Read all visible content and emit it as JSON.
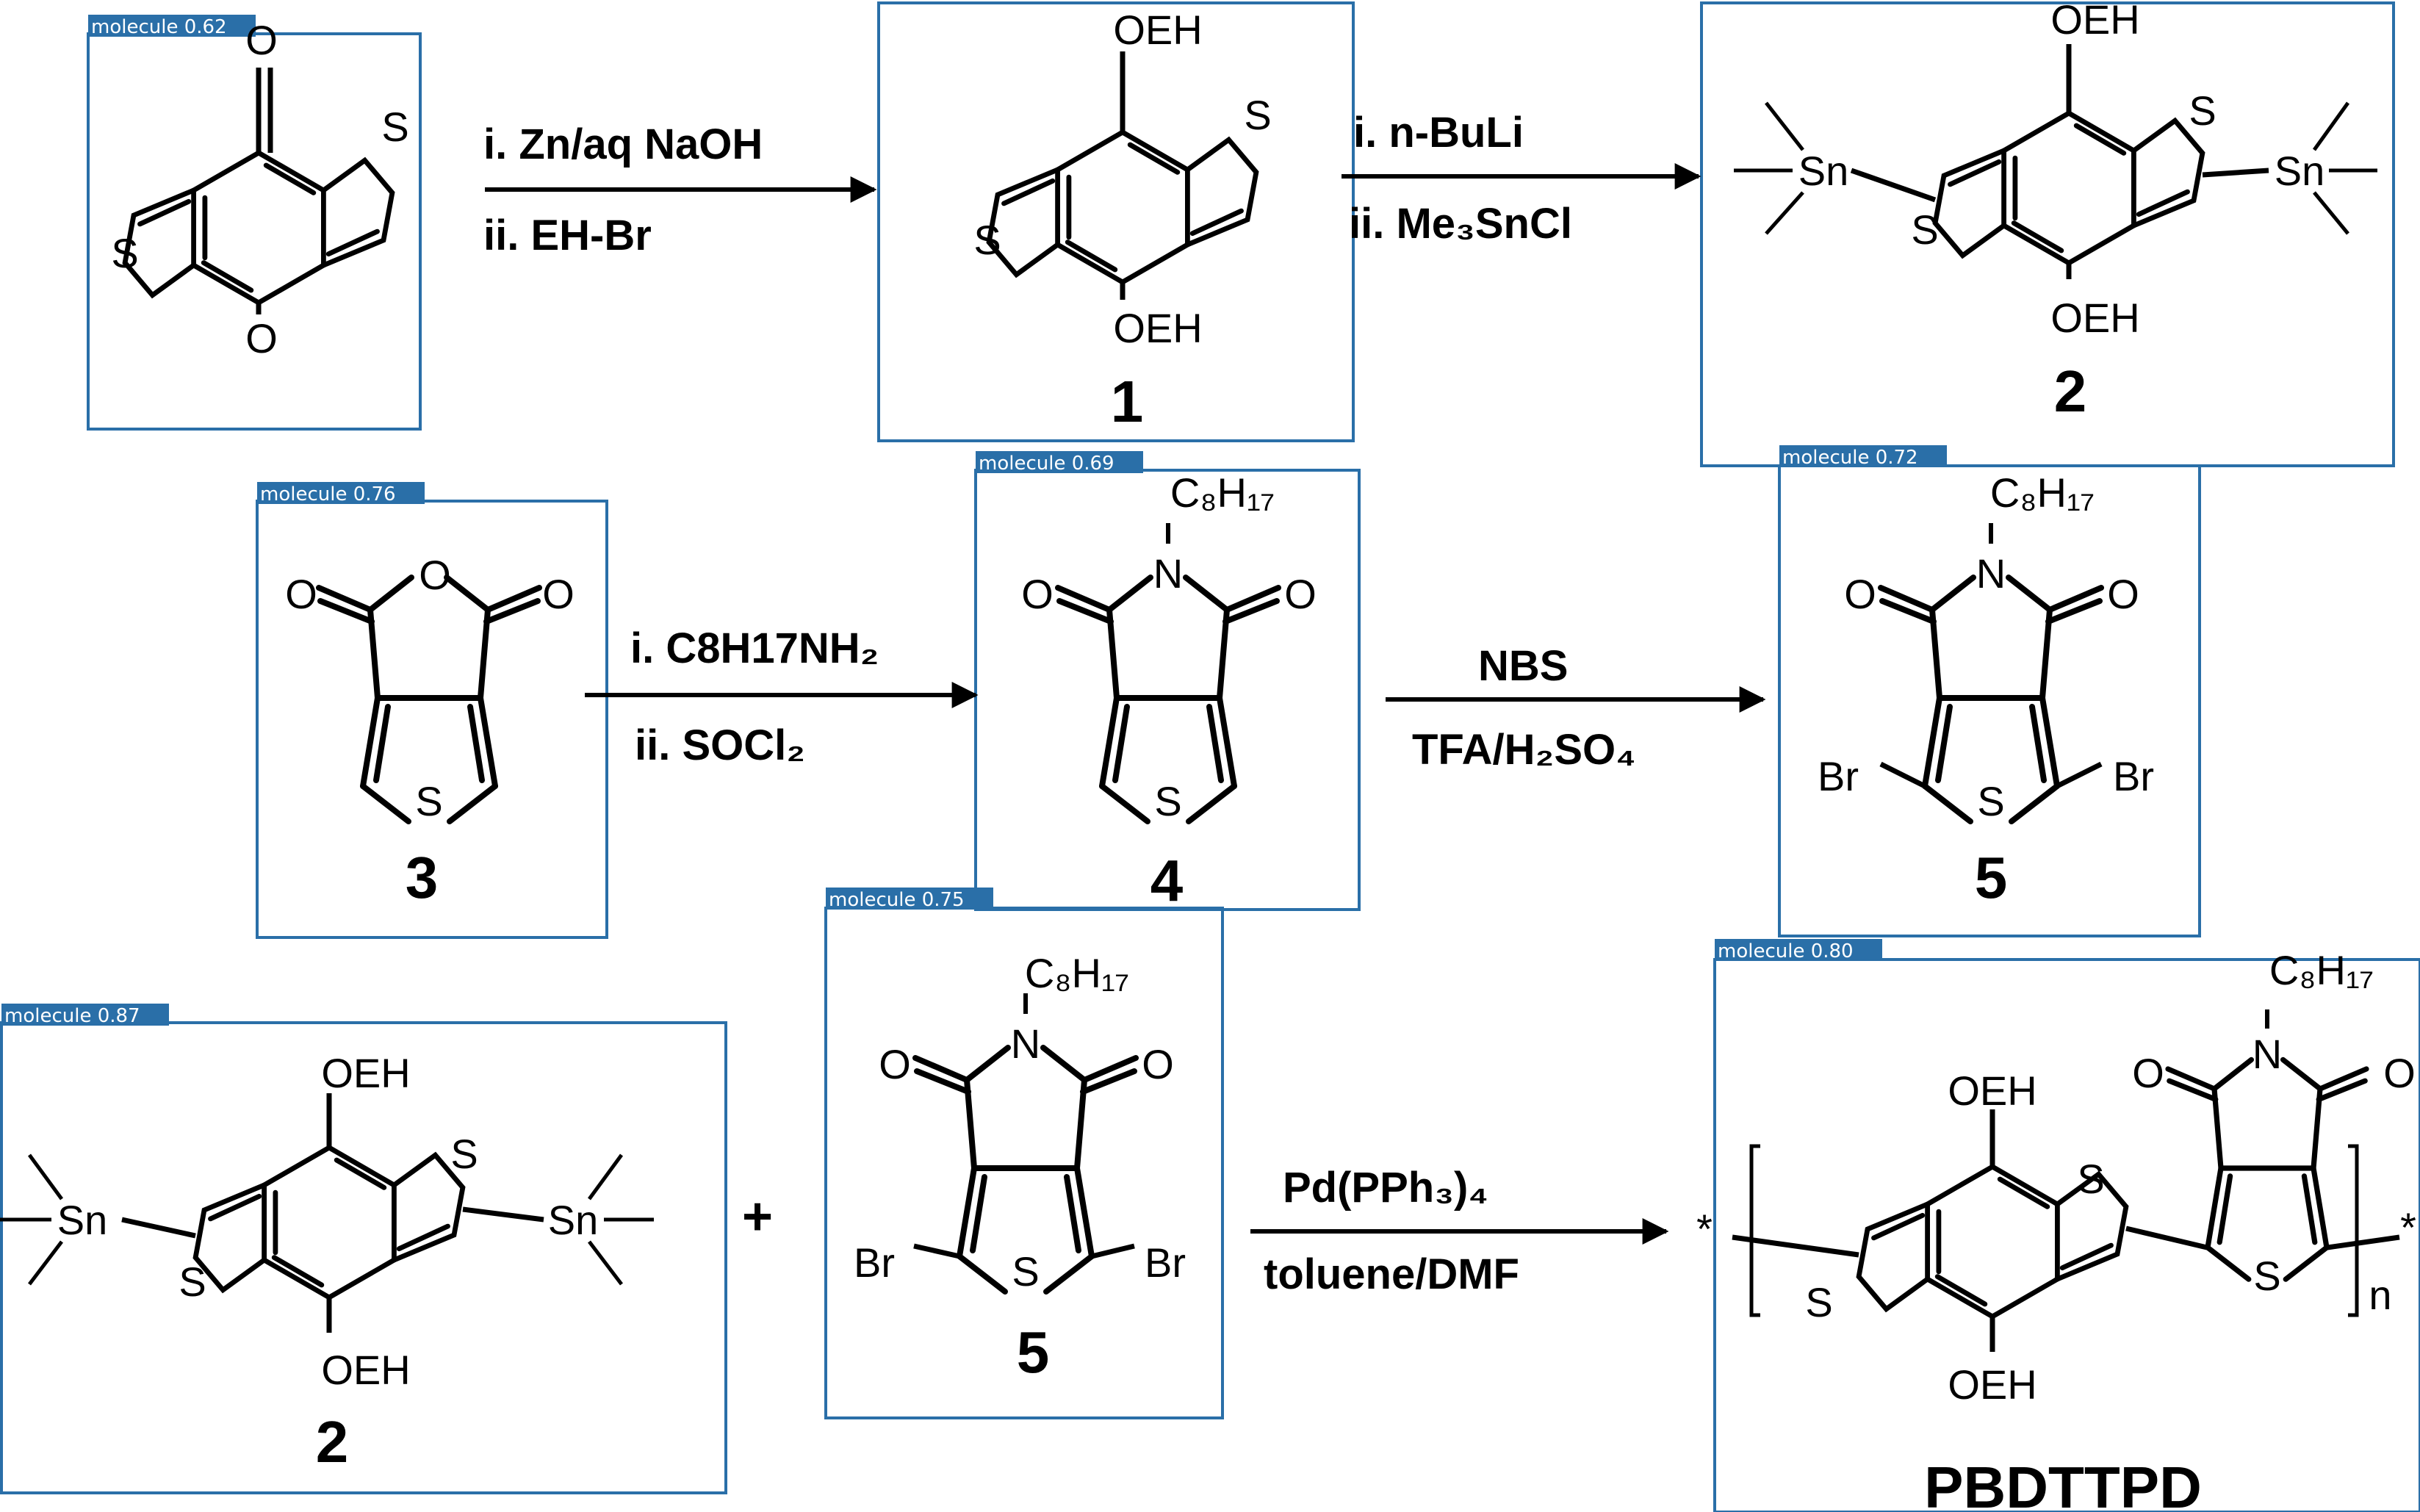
{
  "colors": {
    "box": "#2a6fa8",
    "tag_bg": "#2a6fa8",
    "tag_text": "#ffffff",
    "ink": "#000000"
  },
  "detection_tags": {
    "t1": "molecule 0.62",
    "t2": "molecule 0.76",
    "t3": "molecule 0.69",
    "t4": "molecule 0.72",
    "t5": "molecule 0.75",
    "t6": "molecule 0.87",
    "t7": "molecule 0.80"
  },
  "compound_labels": {
    "c1": "1",
    "c2": "2",
    "c3": "3",
    "c4": "4",
    "c5": "5",
    "c5b": "5",
    "c2b": "2",
    "poly": "PBDTTPD"
  },
  "reagents": {
    "r1_line1": "i. Zn/aq NaOH",
    "r1_line2": "ii. EH-Br",
    "r2_line1": "i. n-BuLi",
    "r2_line2": "ii. Me₃SnCl",
    "r3_line1": "i. C8H17NH₂",
    "r3_line2": "ii. SOCl₂",
    "r4_line1": "NBS",
    "r4_line2": "TFA/H₂SO₄",
    "r5_line1": "Pd(PPh₃)₄",
    "r5_line2": "toluene/DMF"
  },
  "atoms": {
    "O": "O",
    "S": "S",
    "N": "N",
    "Br": "Br",
    "Sn": "Sn",
    "OEH": "OEH",
    "C8H17": "C₈H₁₇",
    "star": "*",
    "n": "n"
  },
  "plus": "+"
}
